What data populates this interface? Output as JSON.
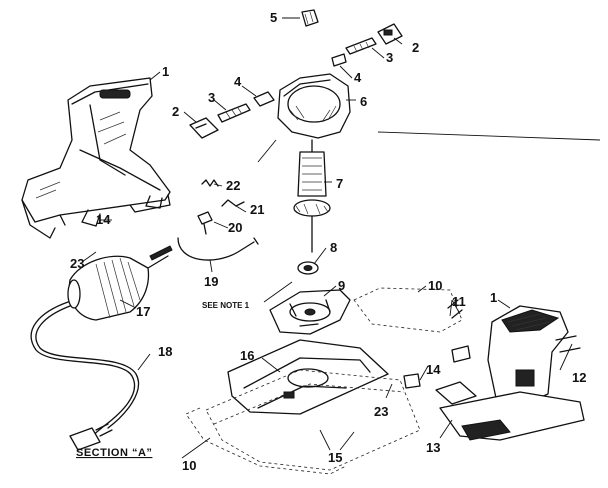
{
  "callouts": {
    "c1a": "1",
    "c1b": "1",
    "c2a": "2",
    "c2b": "2",
    "c3a": "3",
    "c3b": "3",
    "c4a": "4",
    "c4b": "4",
    "c5": "5",
    "c6": "6",
    "c7": "7",
    "c8": "8",
    "c9": "9",
    "c10a": "10",
    "c10b": "10",
    "c11": "11",
    "c12": "12",
    "c13": "13",
    "c14a": "14",
    "c14b": "14",
    "c15": "15",
    "c16": "16",
    "c17": "17",
    "c18": "18",
    "c19": "19",
    "c20": "20",
    "c21": "21",
    "c22": "22",
    "c23a": "23",
    "c23b": "23"
  },
  "note": "SEE NOTE 1",
  "section_label": "SECTION “A”"
}
